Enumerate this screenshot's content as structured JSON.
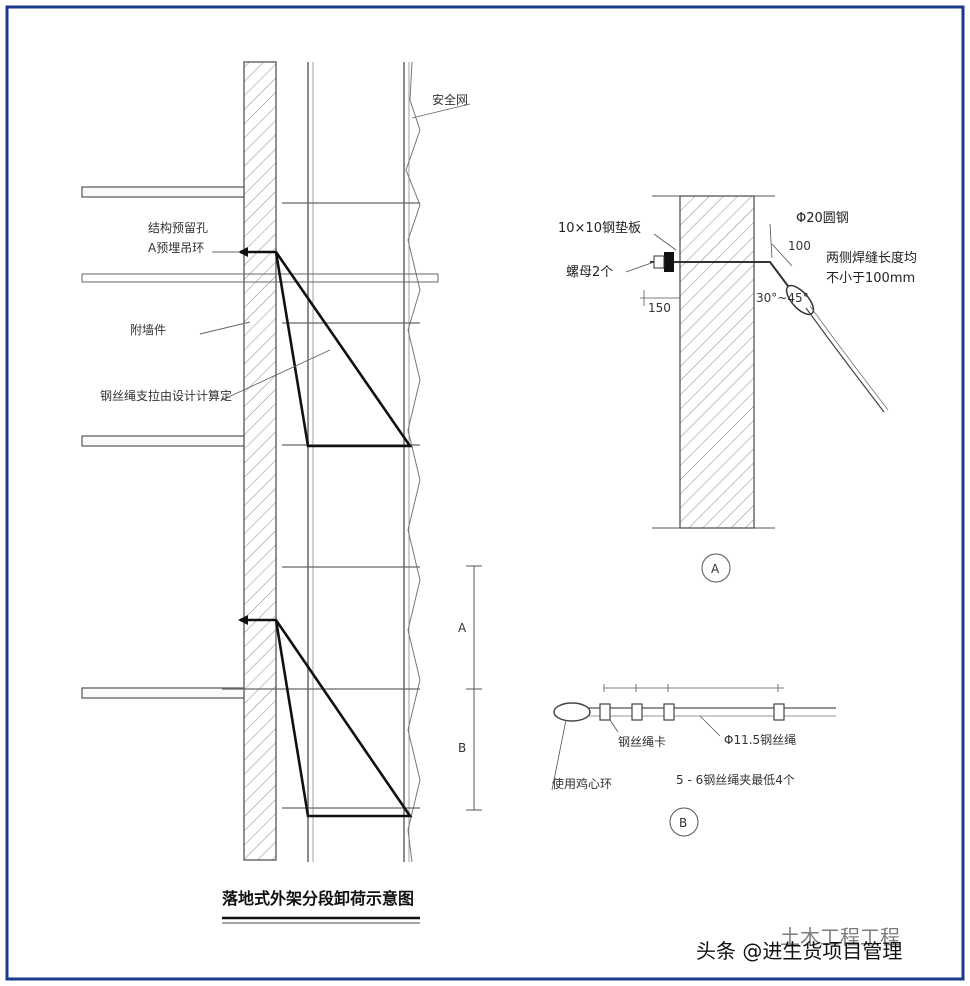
{
  "colors": {
    "border": "#1a3a8a",
    "line": "#555555",
    "dark": "#111111",
    "hatch": "#777777"
  },
  "main_drawing": {
    "label_safety_net": "安全网",
    "label_anchor": "结构预留孔",
    "label_anchor_sub": "A预埋吊环",
    "label_wall_tie": "附墙件",
    "label_cable": "钢丝绳支拉由设计计算定",
    "dim_a": "A",
    "dim_b": "B",
    "title": "落地式外架分段卸荷示意图"
  },
  "detail_a": {
    "label_plate": "10×10钢垫板",
    "label_nut": "螺母2个",
    "label_dim_150": "150",
    "label_ring": "Φ20圆钢",
    "label_dim_100": "100",
    "label_angle": "30°~45°",
    "label_weld": "两侧焊缝长度均",
    "label_weld_sub": "不小于100mm",
    "circle_label": "A"
  },
  "detail_b": {
    "label_clip": "钢丝绳卡",
    "label_rope": "Φ11.5钢丝绳",
    "label_thimble": "使用鸡心环",
    "label_note": "5 - 6钢丝绳夹最低4个",
    "circle_label": "B"
  },
  "watermark": {
    "text": "头条 @进生货项目管理",
    "ghost": "土木工程工程"
  }
}
